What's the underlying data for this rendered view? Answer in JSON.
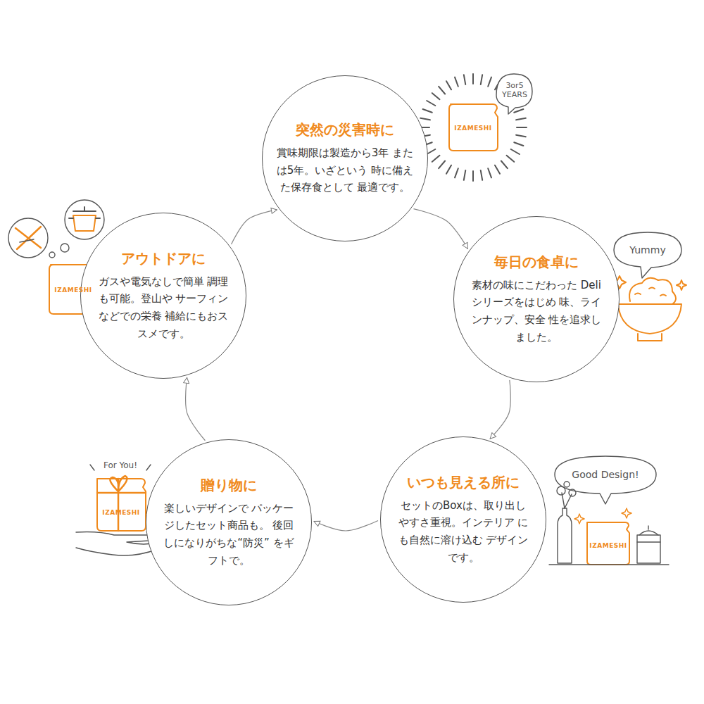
{
  "diagram": {
    "nodes": [
      {
        "text": [
          "突然の災害時に",
          "賞味期限は製造から3年 または5年。いざという 時に備えた保存食として 最適です。"
        ]
      },
      {
        "text": [
          "毎日の食卓に",
          "素材の味にこだわった Deliシリーズをはじめ 味、ラインナップ、安全 性を追求しました。"
        ]
      },
      {
        "text": [
          "いつも見える所に",
          "セットのBoxは、取り出し やすさ重視。インテリア にも自然に溶け込む デザインです。"
        ]
      },
      {
        "text": [
          "贈り物に",
          "楽しいデザインで パッケージしたセット商品も。 後回しになりがちな“防災” をギフトで。"
        ]
      },
      {
        "text": [
          "アウトドアに",
          "ガスや電気なしで簡単 調理も可能。登山や サーフィンなどでの栄養 補給にもおススメです。"
        ]
      }
    ],
    "edges": [
      {
        "from": 0,
        "to": 1,
        "arrow": "to"
      },
      {
        "from": 1,
        "to": 2,
        "arrow": "to"
      },
      {
        "from": 2,
        "to": 3,
        "arrow": "to"
      },
      {
        "from": 3,
        "to": 4,
        "arrow": "to"
      },
      {
        "from": 4,
        "to": 0,
        "arrow": "to"
      }
    ],
    "labels": [
      "3or5 YEARS",
      "IZAMESHI",
      "Yummy",
      "Good Design!",
      "IZAMESHI",
      "For You!",
      "IZAMESHI",
      "IZAMESHI"
    ]
  }
}
